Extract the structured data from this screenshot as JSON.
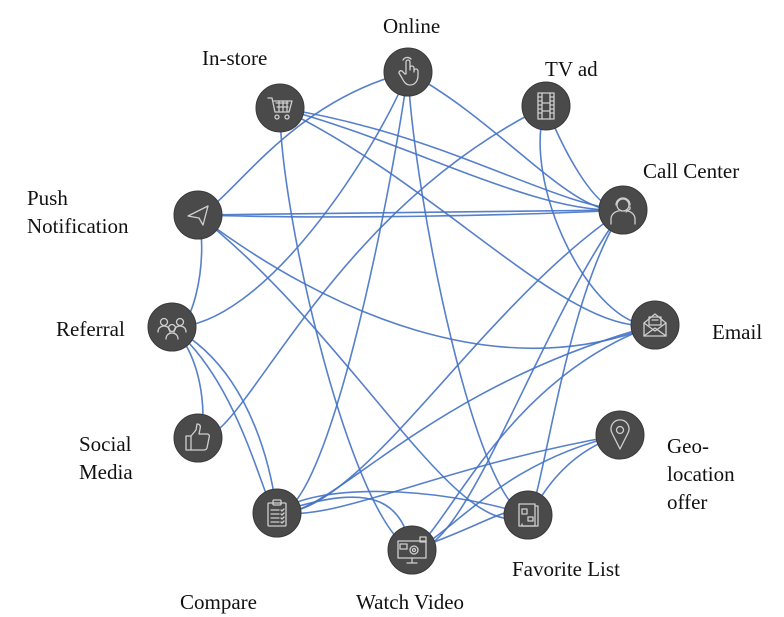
{
  "diagram": {
    "type": "network",
    "edge_color": "#4472c4",
    "node_color": "#4a4a4a",
    "nodes": [
      {
        "id": "online",
        "label": "Online",
        "icon": "touch-hand-icon"
      },
      {
        "id": "instore",
        "label": "In-store",
        "icon": "shopping-cart-icon"
      },
      {
        "id": "tvad",
        "label": "TV ad",
        "icon": "film-strip-icon"
      },
      {
        "id": "callcenter",
        "label": "Call Center",
        "icon": "headset-agent-icon"
      },
      {
        "id": "push",
        "label": "Push\nNotification",
        "label_lines": [
          "Push",
          "Notification"
        ],
        "icon": "send-arrow-icon"
      },
      {
        "id": "email",
        "label": "Email",
        "icon": "open-envelope-icon"
      },
      {
        "id": "referral",
        "label": "Referral",
        "icon": "people-group-icon"
      },
      {
        "id": "social",
        "label": "Social\nMedia",
        "label_lines": [
          "Social",
          "Media"
        ],
        "icon": "thumbs-up-icon"
      },
      {
        "id": "geo",
        "label": "Geo-\nlocation\noffer",
        "label_lines": [
          "Geo-",
          "location",
          "offer"
        ],
        "icon": "location-pin-icon"
      },
      {
        "id": "compare",
        "label": "Compare",
        "icon": "clipboard-checklist-icon"
      },
      {
        "id": "favorite",
        "label": "Favorite List",
        "icon": "favorites-board-icon"
      },
      {
        "id": "video",
        "label": "Watch Video",
        "icon": "video-monitor-icon"
      }
    ],
    "edges": [
      [
        "online",
        "push"
      ],
      [
        "online",
        "referral"
      ],
      [
        "online",
        "callcenter"
      ],
      [
        "online",
        "favorite"
      ],
      [
        "online",
        "compare"
      ],
      [
        "instore",
        "callcenter"
      ],
      [
        "instore",
        "callcenter"
      ],
      [
        "instore",
        "email"
      ],
      [
        "instore",
        "video"
      ],
      [
        "tvad",
        "social"
      ],
      [
        "tvad",
        "email"
      ],
      [
        "tvad",
        "callcenter"
      ],
      [
        "callcenter",
        "push"
      ],
      [
        "callcenter",
        "push"
      ],
      [
        "callcenter",
        "compare"
      ],
      [
        "callcenter",
        "video"
      ],
      [
        "callcenter",
        "favorite"
      ],
      [
        "push",
        "referral"
      ],
      [
        "push",
        "favorite"
      ],
      [
        "email",
        "video"
      ],
      [
        "email",
        "push"
      ],
      [
        "email",
        "compare"
      ],
      [
        "referral",
        "compare"
      ],
      [
        "referral",
        "compare"
      ],
      [
        "referral",
        "social"
      ],
      [
        "geo",
        "compare"
      ],
      [
        "geo",
        "video"
      ],
      [
        "geo",
        "favorite"
      ],
      [
        "compare",
        "video"
      ],
      [
        "compare",
        "favorite"
      ],
      [
        "video",
        "favorite"
      ]
    ]
  }
}
